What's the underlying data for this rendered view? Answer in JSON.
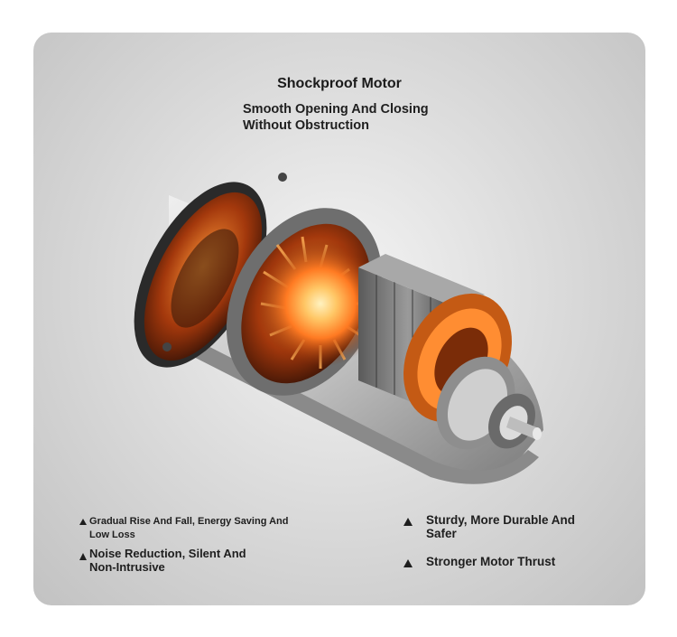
{
  "header": {
    "title": "Shockproof Motor",
    "subtitle_line1": "Smooth Opening And Closing",
    "subtitle_line2": "Without Obstruction"
  },
  "features": {
    "gradual_rise": "Gradual Rise And Fall, Energy Saving And Low Loss",
    "noise_reduction": "Noise Reduction, Silent And Non-Intrusive",
    "sturdy": "Sturdy, More Durable And Safer",
    "thrust": "Stronger Motor Thrust"
  },
  "colors": {
    "glow_core": "#ffd27a",
    "glow_mid": "#ff8a2a",
    "glow_outer": "#b23a0a",
    "metal_dark": "#3a3a3a",
    "metal_light": "#e8e8e8"
  },
  "icons": [
    "triangle-bullet-icon"
  ]
}
